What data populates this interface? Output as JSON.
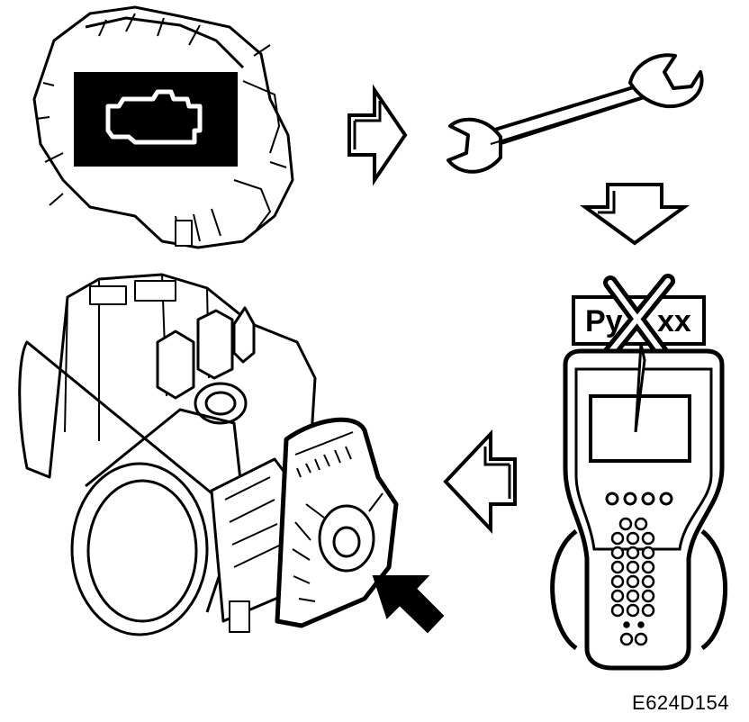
{
  "figure": {
    "code": "E624D154",
    "dtc_prefix": "Py",
    "dtc_suffix": "xx"
  },
  "icons": {
    "engine_warning": "check-engine-icon",
    "wrench": "wrench-icon",
    "scan_tool": "scan-tool-icon",
    "throttle_body": "throttle-body-icon",
    "cross_mark": "cross-mark-icon"
  },
  "colors": {
    "ink": "#000000",
    "paper": "#ffffff"
  }
}
